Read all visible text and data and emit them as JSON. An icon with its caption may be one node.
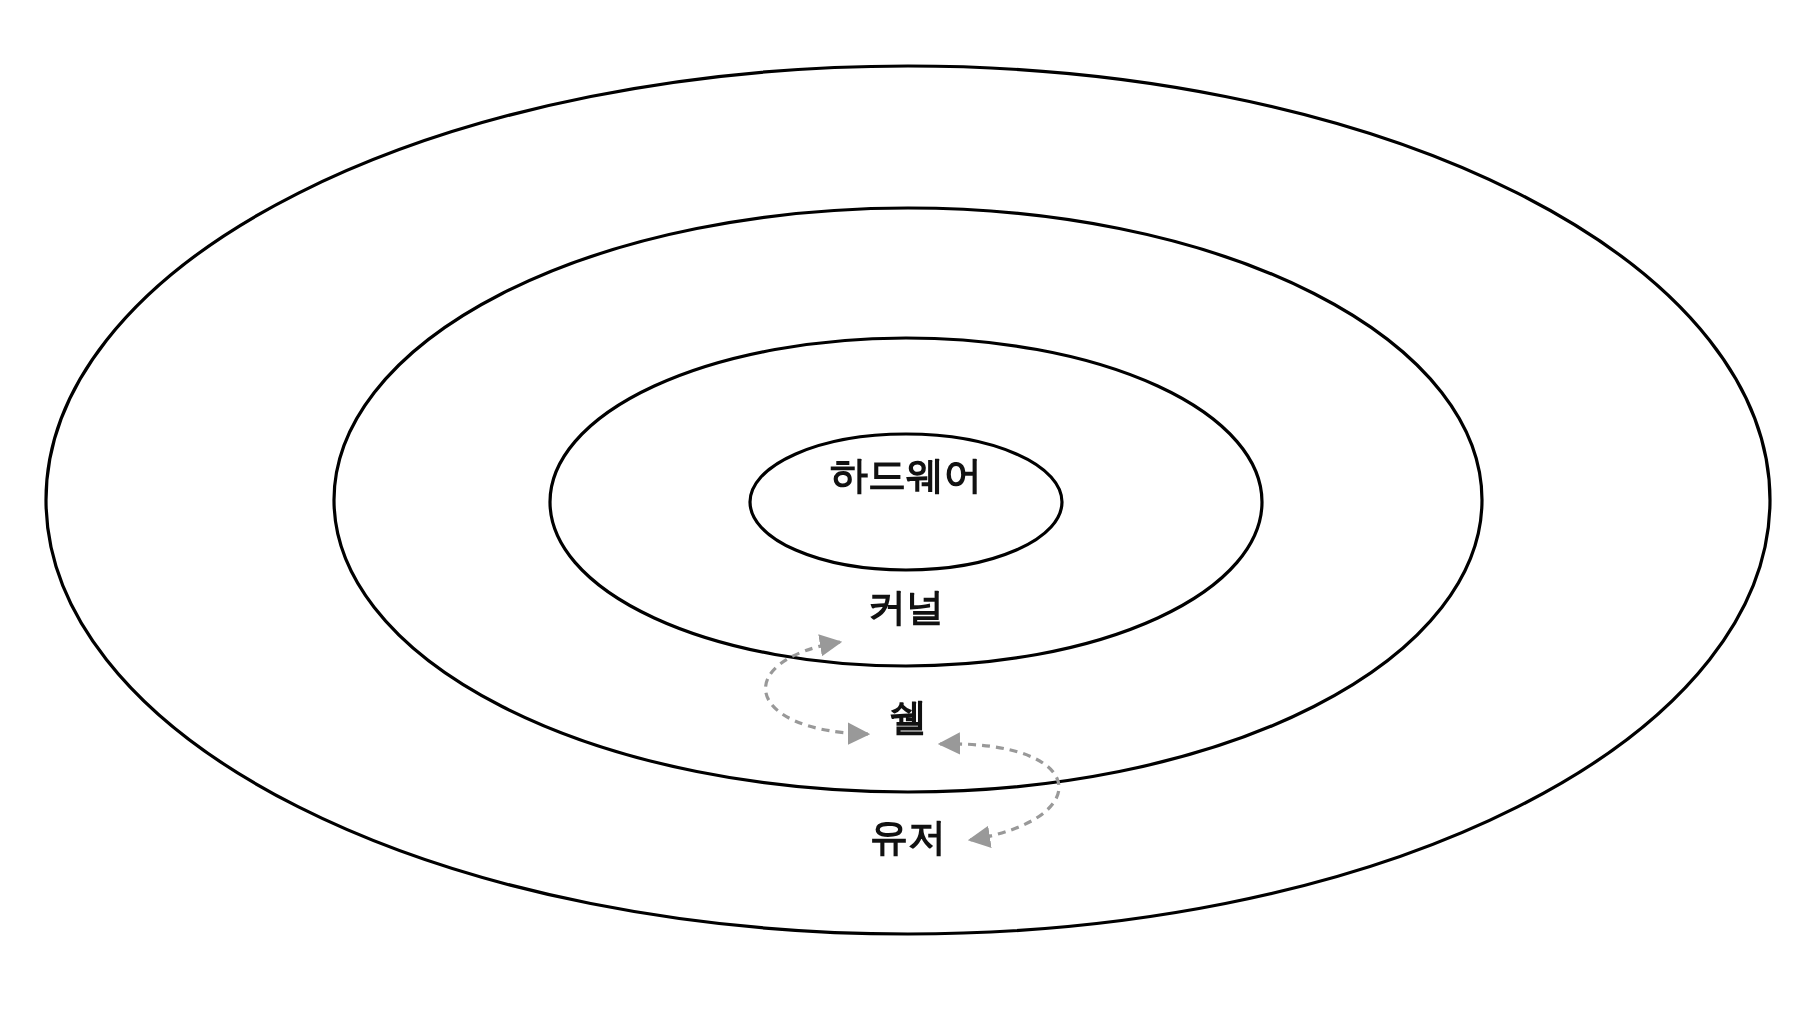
{
  "diagram": {
    "nodes": [
      {
        "text": [
          "유저"
        ]
      },
      {
        "text": [
          "쉘"
        ],
        "in": 0
      },
      {
        "text": [
          "커널"
        ],
        "in": 1
      },
      {
        "text": [
          "하드웨어"
        ],
        "in": 2
      }
    ],
    "edges": [
      {
        "from": 2,
        "to": 1,
        "arrow": "both",
        "style": "dashed"
      },
      {
        "from": 1,
        "to": 0,
        "arrow": "both",
        "style": "dashed"
      }
    ]
  }
}
